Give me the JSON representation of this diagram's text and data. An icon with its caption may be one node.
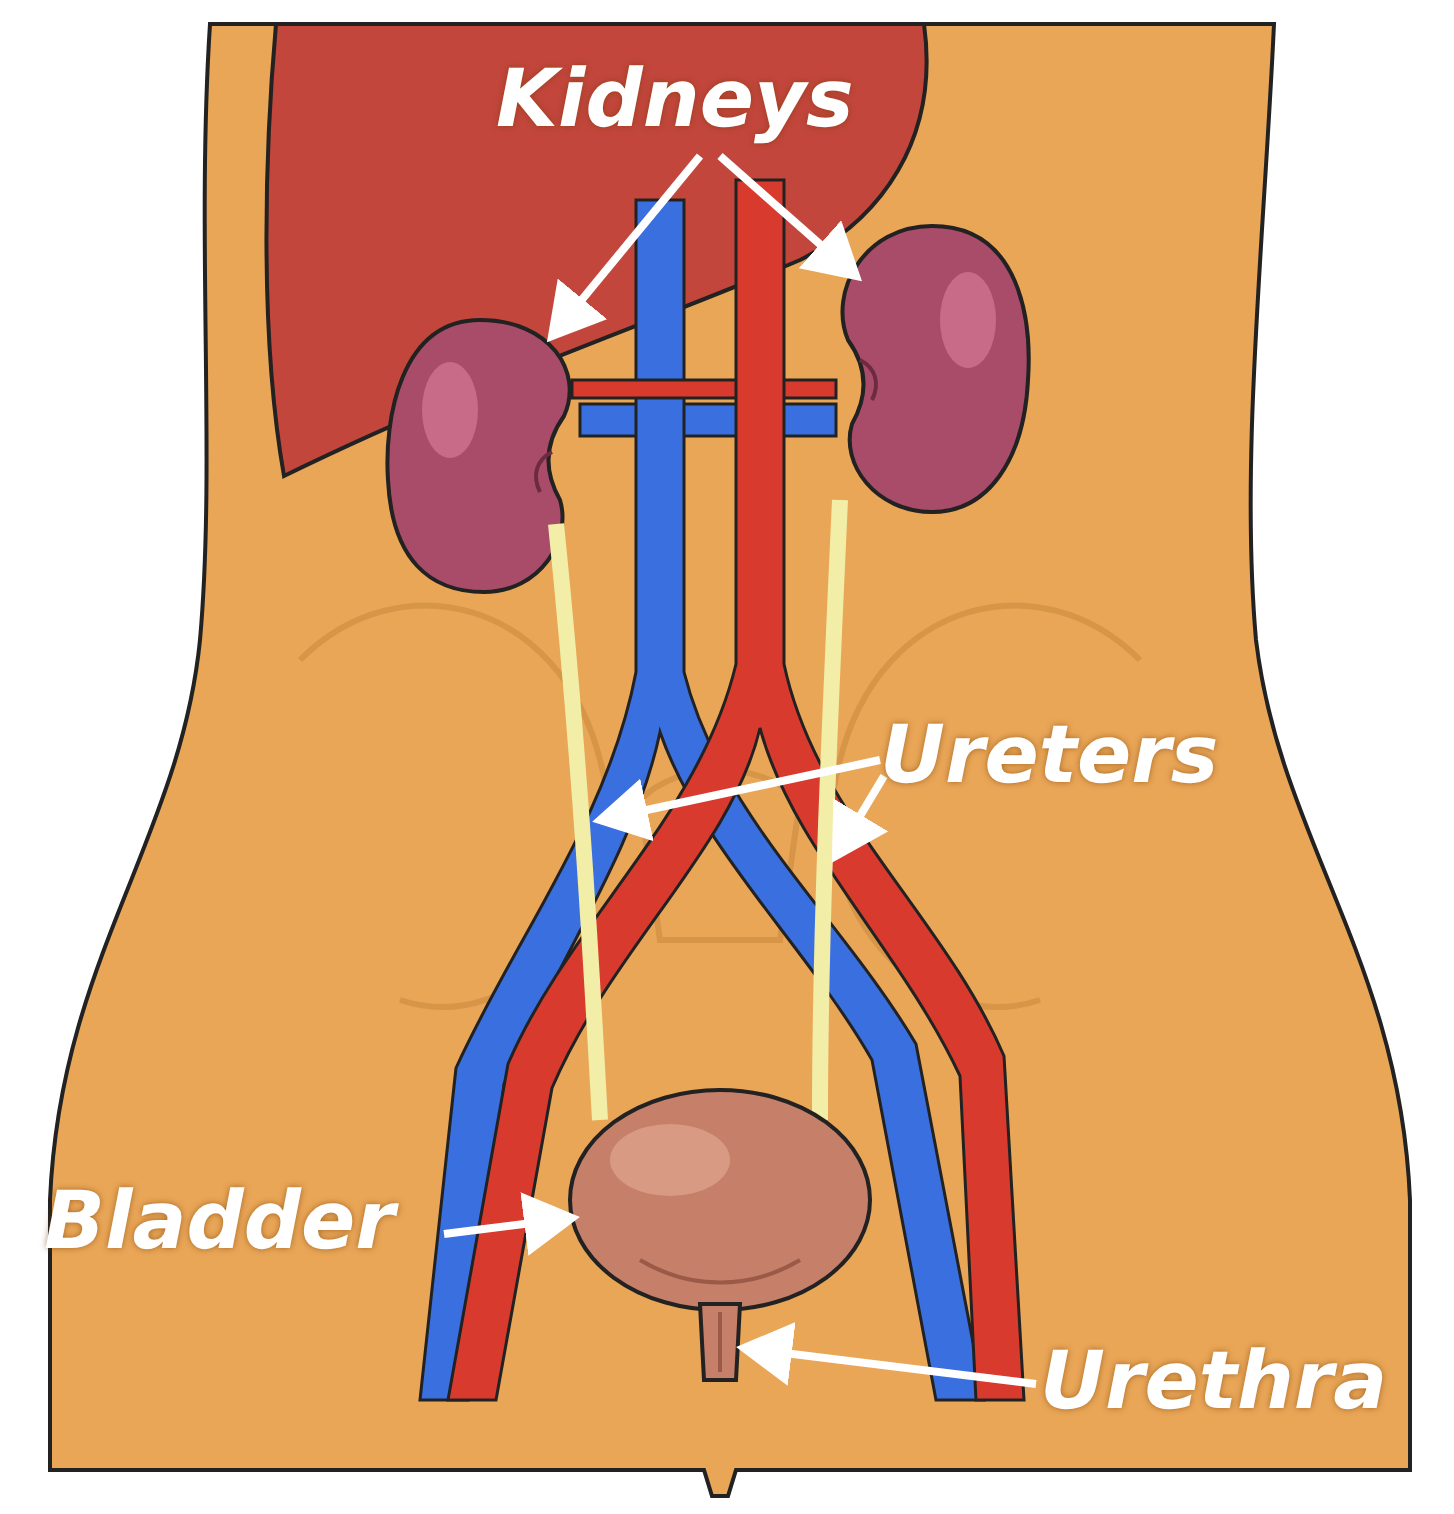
{
  "diagram": {
    "nodes": [
      {
        "text": [
          "Kidneys"
        ]
      },
      {
        "text": [],
        "shape": "picture"
      },
      {
        "text": [],
        "shape": "picture"
      },
      {
        "text": [
          "Ureters"
        ]
      },
      {
        "text": [],
        "shape": "picture"
      },
      {
        "text": [],
        "shape": "picture"
      },
      {
        "text": [
          "Bladder"
        ]
      },
      {
        "text": [],
        "shape": "picture"
      },
      {
        "text": [
          "Urethra"
        ]
      },
      {
        "text": [],
        "shape": "picture"
      }
    ],
    "edges": [
      {
        "from": 0,
        "to": 1,
        "arrow": "to"
      },
      {
        "from": 0,
        "to": 2,
        "arrow": "to"
      },
      {
        "from": 3,
        "to": 4,
        "arrow": "to"
      },
      {
        "from": 3,
        "to": 5,
        "arrow": "to"
      },
      {
        "from": 6,
        "to": 7,
        "arrow": "to"
      },
      {
        "from": 8,
        "to": 9,
        "arrow": "to"
      }
    ]
  }
}
